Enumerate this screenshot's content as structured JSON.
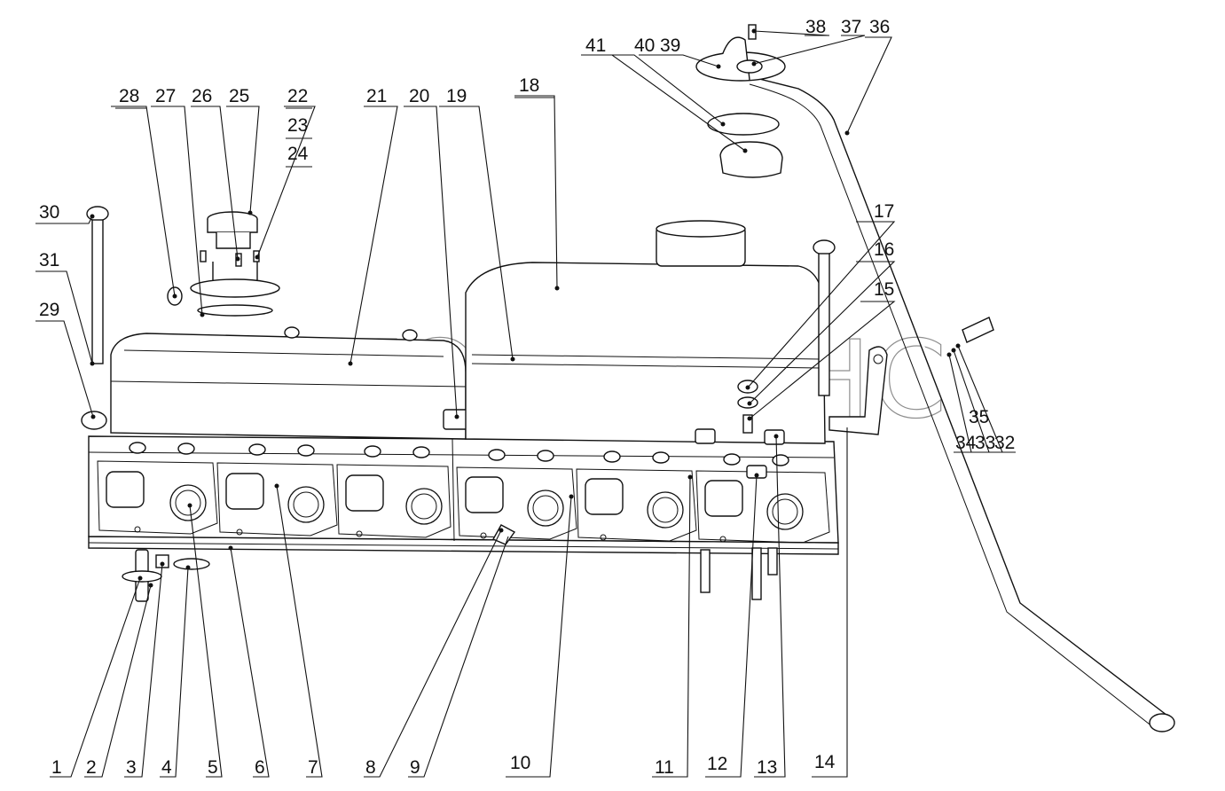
{
  "watermark": "АВТОАЛЬЯНС",
  "callouts": [
    "1",
    "2",
    "3",
    "4",
    "5",
    "6",
    "7",
    "8",
    "9",
    "10",
    "11",
    "12",
    "13",
    "14",
    "15",
    "16",
    "17",
    "18",
    "19",
    "20",
    "21",
    "22",
    "23",
    "24",
    "25",
    "26",
    "27",
    "28",
    "29",
    "30",
    "31",
    "32",
    "33",
    "34",
    "35",
    "36",
    "37",
    "38",
    "39",
    "40",
    "41"
  ]
}
